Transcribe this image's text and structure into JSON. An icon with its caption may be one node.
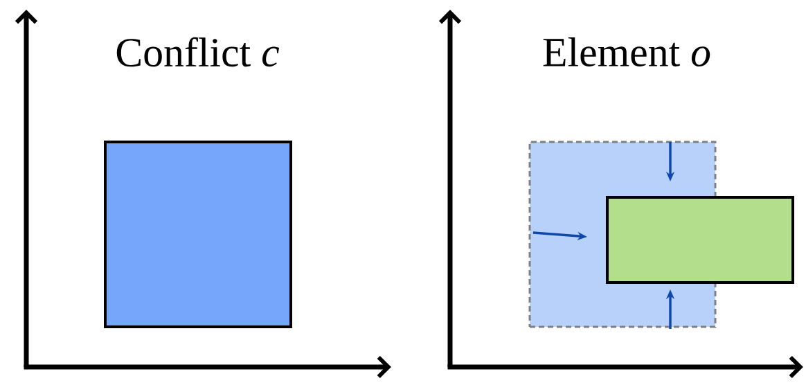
{
  "diagram": {
    "nodes": [
      {
        "text": [],
        "shape": "box"
      },
      {
        "text": [],
        "shape": "box"
      },
      {
        "text": [],
        "shape": "box"
      }
    ],
    "labels": [
      "Conflict *c*",
      "Element *o*"
    ]
  }
}
